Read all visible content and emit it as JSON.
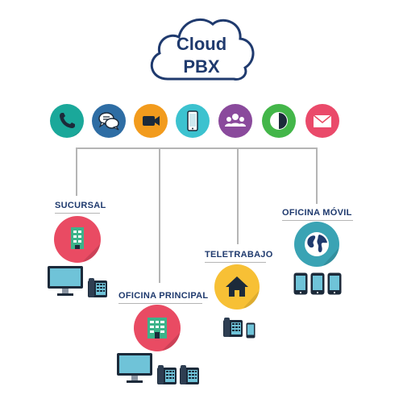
{
  "cloud": {
    "line1": "Cloud",
    "line2": "PBX"
  },
  "services": [
    {
      "icon": "phone-icon",
      "color": "#1aa89a"
    },
    {
      "icon": "chat-icon",
      "color": "#2e6da4"
    },
    {
      "icon": "video-camera-icon",
      "color": "#f29b1d"
    },
    {
      "icon": "smartphone-icon",
      "color": "#3cc2cf"
    },
    {
      "icon": "group-icon",
      "color": "#8a4a9c"
    },
    {
      "icon": "contrast-icon",
      "color": "#43b649"
    },
    {
      "icon": "mail-icon",
      "color": "#ea4a6a"
    }
  ],
  "locations": {
    "sucursal": {
      "label": "SUCURSAL",
      "icon": "building-icon",
      "color": "#e94b63"
    },
    "oficina_principal": {
      "label": "OFICINA PRINCIPAL",
      "icon": "building-icon",
      "color": "#e94b63"
    },
    "teletrabajo": {
      "label": "TELETRABAJO",
      "icon": "house-icon",
      "color": "#f7c035"
    },
    "oficina_movil": {
      "label": "OFICINA MÓVIL",
      "icon": "globe-icon",
      "color": "#3aa3b4"
    }
  }
}
